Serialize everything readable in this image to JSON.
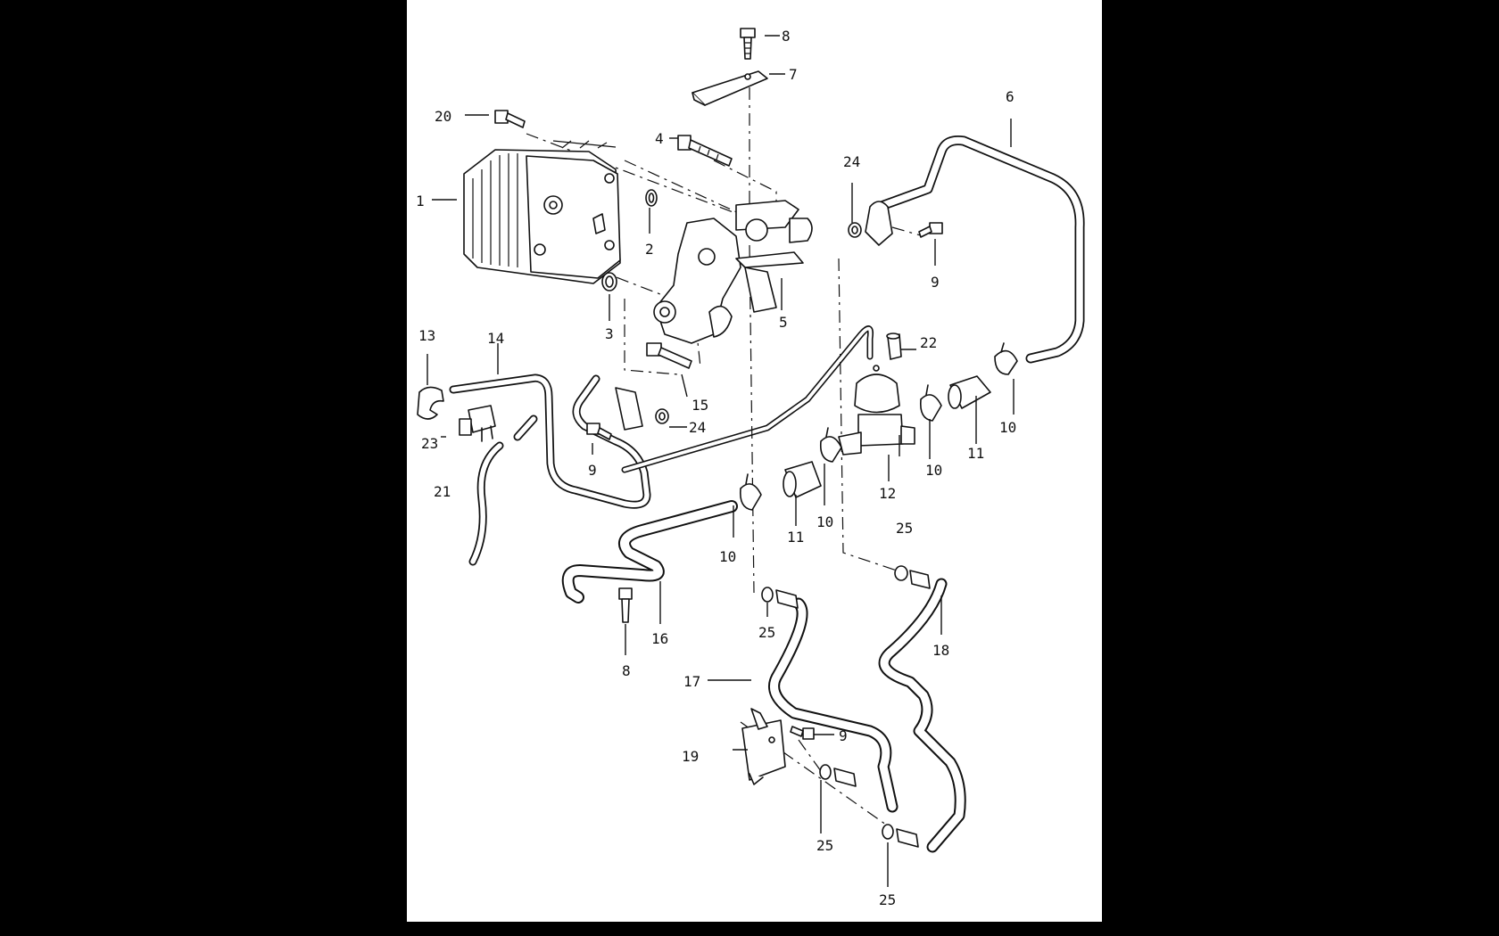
{
  "figure": {
    "callouts": {
      "c1": "1",
      "c2": "2",
      "c3": "3",
      "c4": "4",
      "c5": "5",
      "c6": "6",
      "c7": "7",
      "c8a": "8",
      "c8b": "8",
      "c9a": "9",
      "c9b": "9",
      "c9c": "9",
      "c10a": "10",
      "c10b": "10",
      "c10c": "10",
      "c10d": "10",
      "c11a": "11",
      "c11b": "11",
      "c12": "12",
      "c13": "13",
      "c14": "14",
      "c15": "15",
      "c16": "16",
      "c17": "17",
      "c18": "18",
      "c19": "19",
      "c20": "20",
      "c21": "21",
      "c22": "22",
      "c23": "23",
      "c24a": "24",
      "c24b": "24",
      "c25a": "25",
      "c25b": "25",
      "c25c": "25",
      "c25d": "25"
    }
  }
}
